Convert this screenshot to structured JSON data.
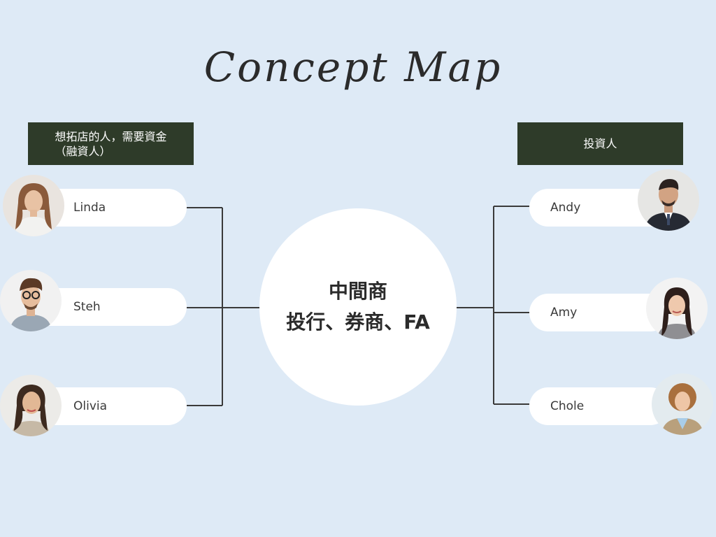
{
  "title": "Concept Map",
  "left_group": {
    "label_line1": "想拓店的人，需要資金",
    "label_line2": "（融資人）",
    "people": [
      {
        "name": "Linda"
      },
      {
        "name": "Steh"
      },
      {
        "name": "Olivia"
      }
    ]
  },
  "right_group": {
    "label": "投資人",
    "people": [
      {
        "name": "Andy"
      },
      {
        "name": "Amy"
      },
      {
        "name": "Chole"
      }
    ]
  },
  "center": {
    "line1": "中間商",
    "line2": "投行、券商、FA"
  }
}
